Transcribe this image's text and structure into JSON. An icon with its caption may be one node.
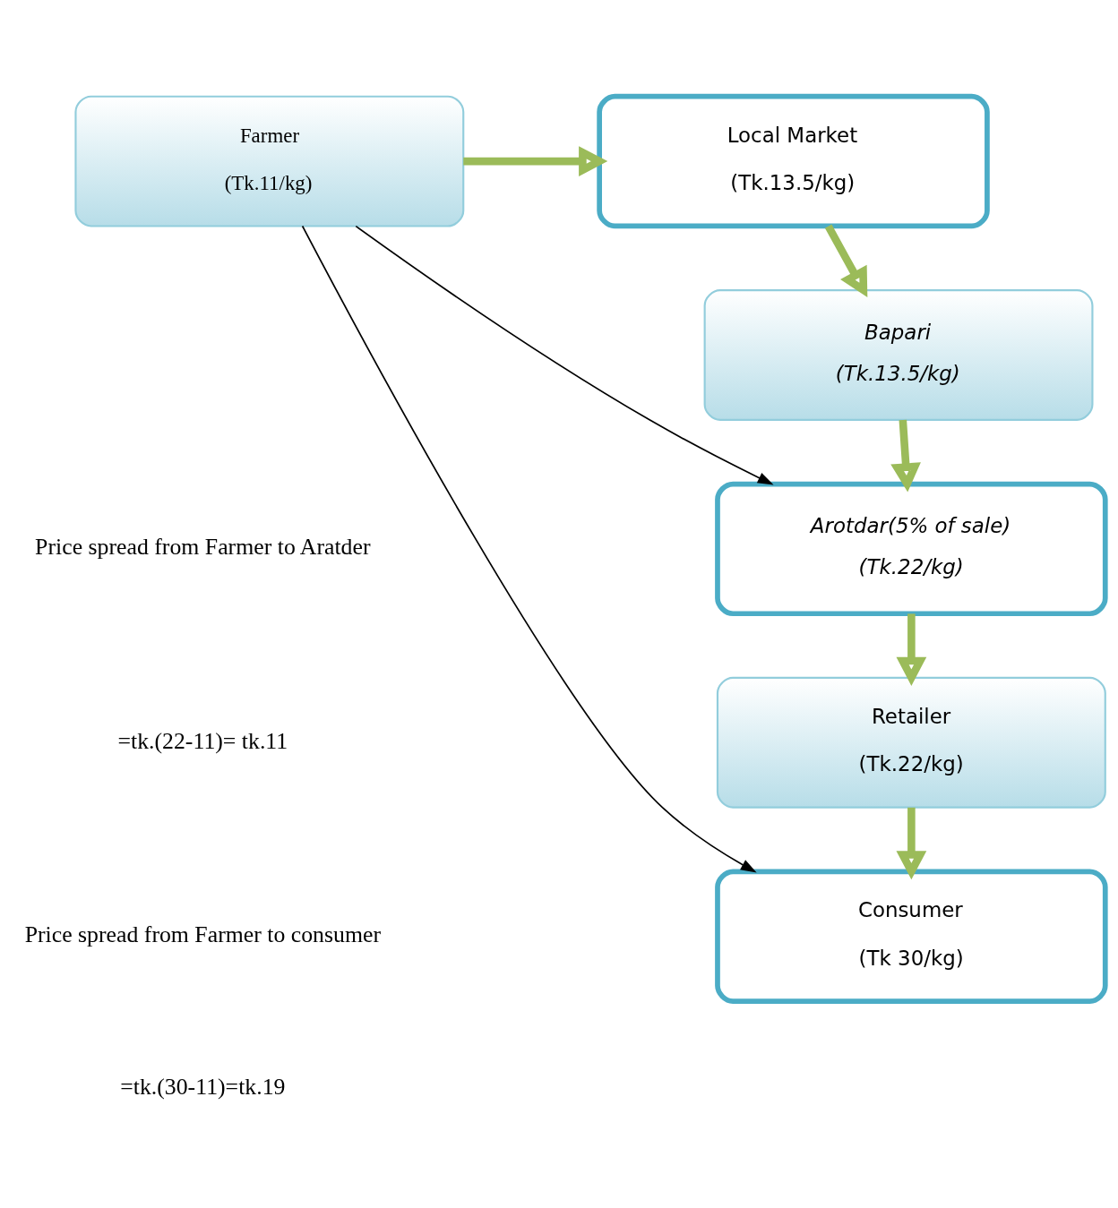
{
  "diagram": {
    "nodes": [
      {
        "text": [
          "Farmer",
          "(Tk.11/kg)"
        ]
      },
      {
        "text": [
          "Local Market",
          "(Tk.13.5/kg)"
        ]
      },
      {
        "text": [
          "Bapari",
          "(Tk.13.5/kg)"
        ]
      },
      {
        "text": [
          "Arotdar(5% of sale)",
          "(Tk.22/kg)"
        ]
      },
      {
        "text": [
          "Retailer",
          "(Tk.22/kg)"
        ]
      },
      {
        "text": [
          "Consumer",
          "(Tk 30/kg)"
        ]
      }
    ],
    "edges": [
      {
        "from": 0,
        "to": 1,
        "arrow": "to"
      },
      {
        "from": 1,
        "to": 2,
        "arrow": "to"
      },
      {
        "from": 2,
        "to": 3,
        "arrow": "to"
      },
      {
        "from": 3,
        "to": 4,
        "arrow": "to"
      },
      {
        "from": 4,
        "to": 5,
        "arrow": "to"
      },
      {
        "from": 0,
        "to": 3,
        "arrow": "to",
        "color": "#000000"
      },
      {
        "from": 0,
        "to": 5,
        "arrow": "to",
        "color": "#000000"
      }
    ],
    "labels": [
      "Price spread from Farmer to Aratder",
      "=tk.(22-11)= tk.11",
      "Price spread from Farmer to consumer",
      "=tk.(30-11)=tk.19"
    ]
  }
}
